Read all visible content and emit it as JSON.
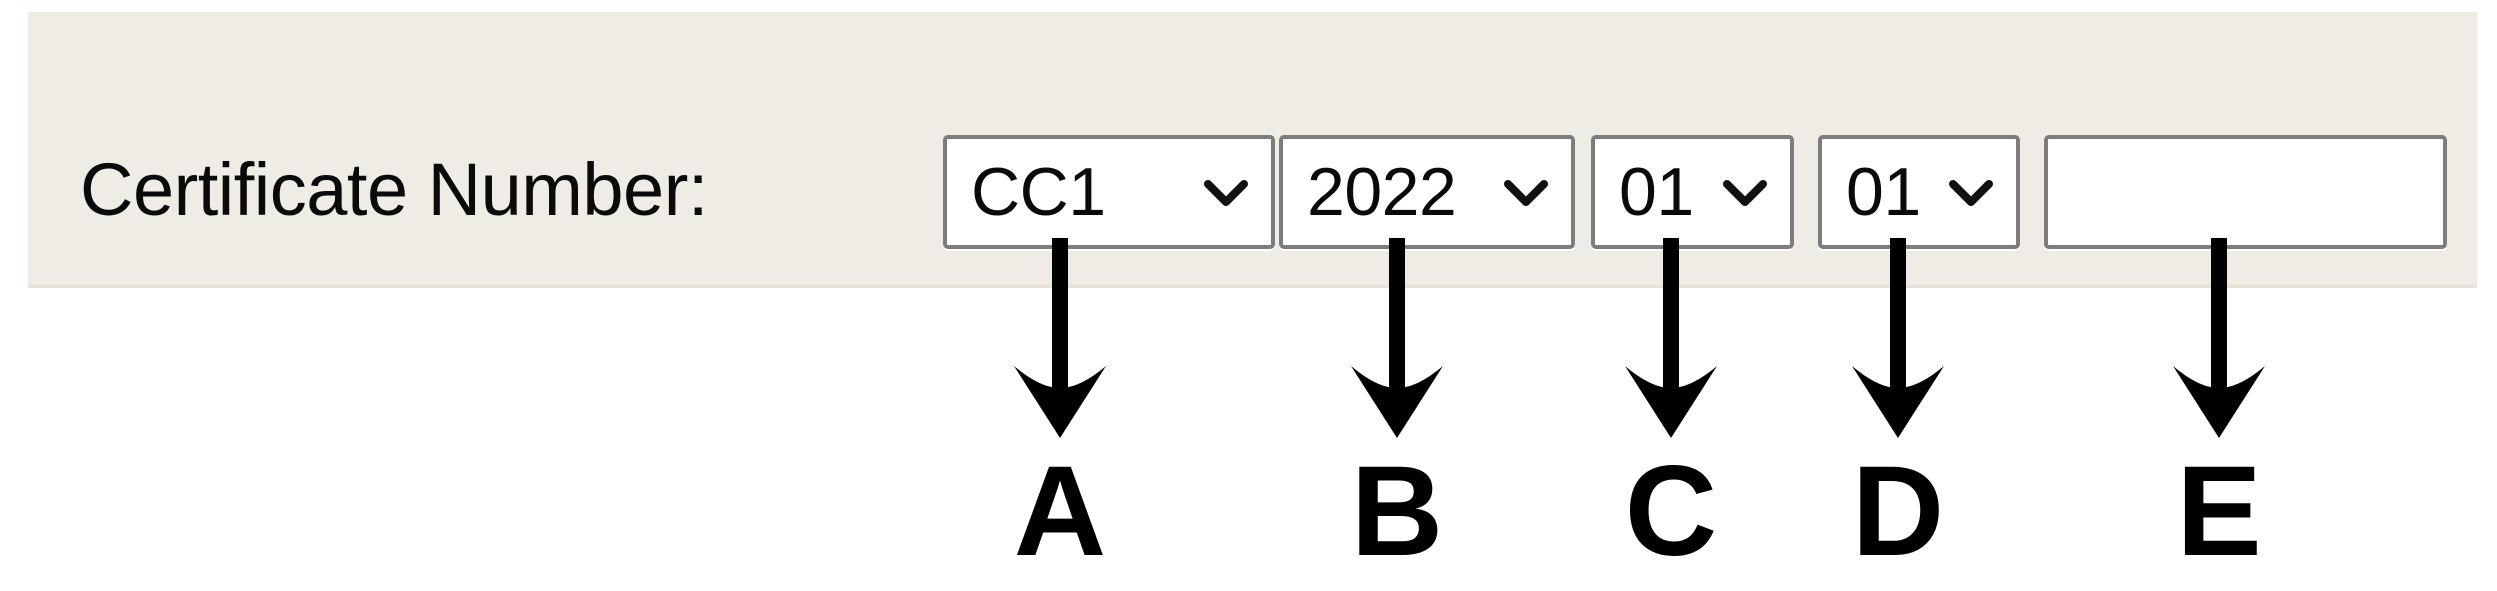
{
  "panel": {
    "label": "Certificate Number:",
    "background_color": "#eeece4",
    "border_color": "#7d7d7d"
  },
  "fields": {
    "prefix": {
      "name": "certificate-prefix-select",
      "value": "CC1",
      "icon": "chevron-down-icon"
    },
    "year": {
      "name": "certificate-year-select",
      "value": "2022",
      "icon": "chevron-down-icon"
    },
    "month": {
      "name": "certificate-month-select",
      "value": "01",
      "icon": "chevron-down-icon"
    },
    "day": {
      "name": "certificate-day-select",
      "value": "01",
      "icon": "chevron-down-icon"
    },
    "serial": {
      "name": "certificate-serial-input",
      "value": "",
      "placeholder": ""
    }
  },
  "annotations": {
    "arrow_icon": "arrow-down-icon",
    "letters": [
      {
        "label": "A",
        "target": "prefix"
      },
      {
        "label": "B",
        "target": "year"
      },
      {
        "label": "C",
        "target": "month"
      },
      {
        "label": "D",
        "target": "day"
      },
      {
        "label": "E",
        "target": "serial"
      }
    ]
  }
}
